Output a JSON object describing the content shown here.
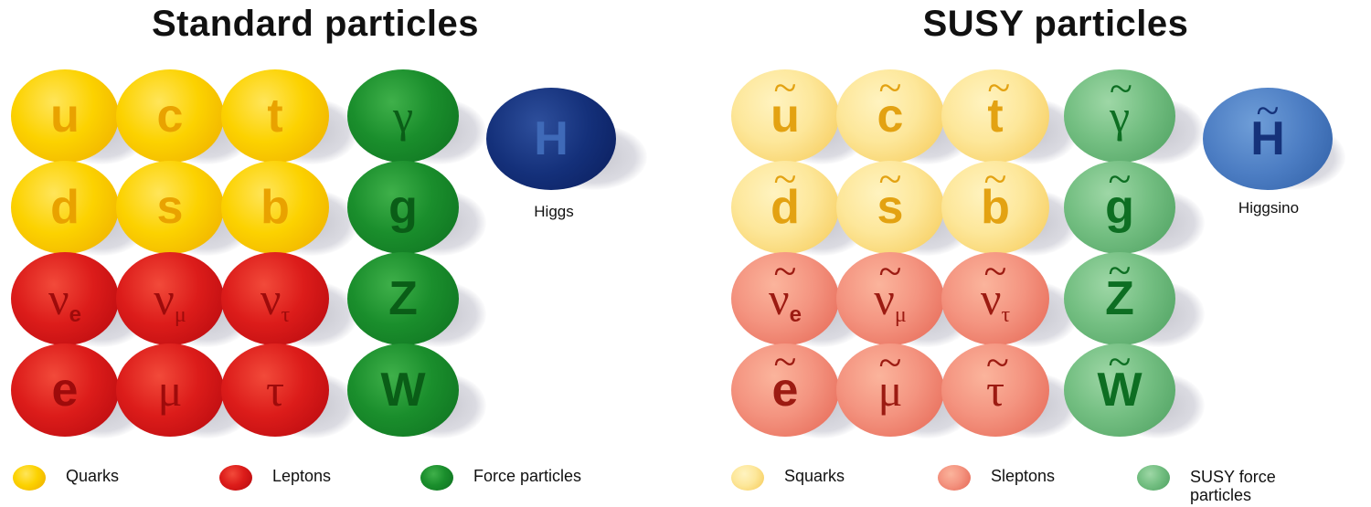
{
  "standard": {
    "title": "Standard particles",
    "particles": {
      "u": "u",
      "c": "c",
      "t": "t",
      "d": "d",
      "s": "s",
      "b": "b",
      "nu": "ν",
      "nu_e_sub": "e",
      "nu_mu_sub": "μ",
      "nu_tau_sub": "τ",
      "e": "e",
      "mu": "μ",
      "tau": "τ",
      "gamma": "γ",
      "g": "g",
      "Z": "Z",
      "W": "W",
      "H": "H"
    },
    "higgs_label": "Higgs",
    "legend": {
      "quarks": "Quarks",
      "leptons": "Leptons",
      "force": "Force particles"
    }
  },
  "susy": {
    "title": "SUSY particles",
    "tilde": "~",
    "particles": {
      "u": "u",
      "c": "c",
      "t": "t",
      "d": "d",
      "s": "s",
      "b": "b",
      "nu": "ν",
      "nu_e_sub": "e",
      "nu_mu_sub": "μ",
      "nu_tau_sub": "τ",
      "e": "e",
      "mu": "μ",
      "tau": "τ",
      "gamma": "γ",
      "g": "g",
      "Z": "Z",
      "W": "W",
      "H": "H"
    },
    "higgs_label": "Higgsino",
    "legend": {
      "quarks": "Squarks",
      "leptons": "Sleptons",
      "force": "SUSY force particles"
    }
  },
  "colors": {
    "quark": "#fcd200",
    "lepton": "#dc1c1a",
    "force": "#1a8e2c",
    "higgs": "#14307a",
    "squark": "#fde79a",
    "slepton": "#f49480",
    "susy_force": "#74bf82",
    "higgsino": "#4c7dc3"
  }
}
